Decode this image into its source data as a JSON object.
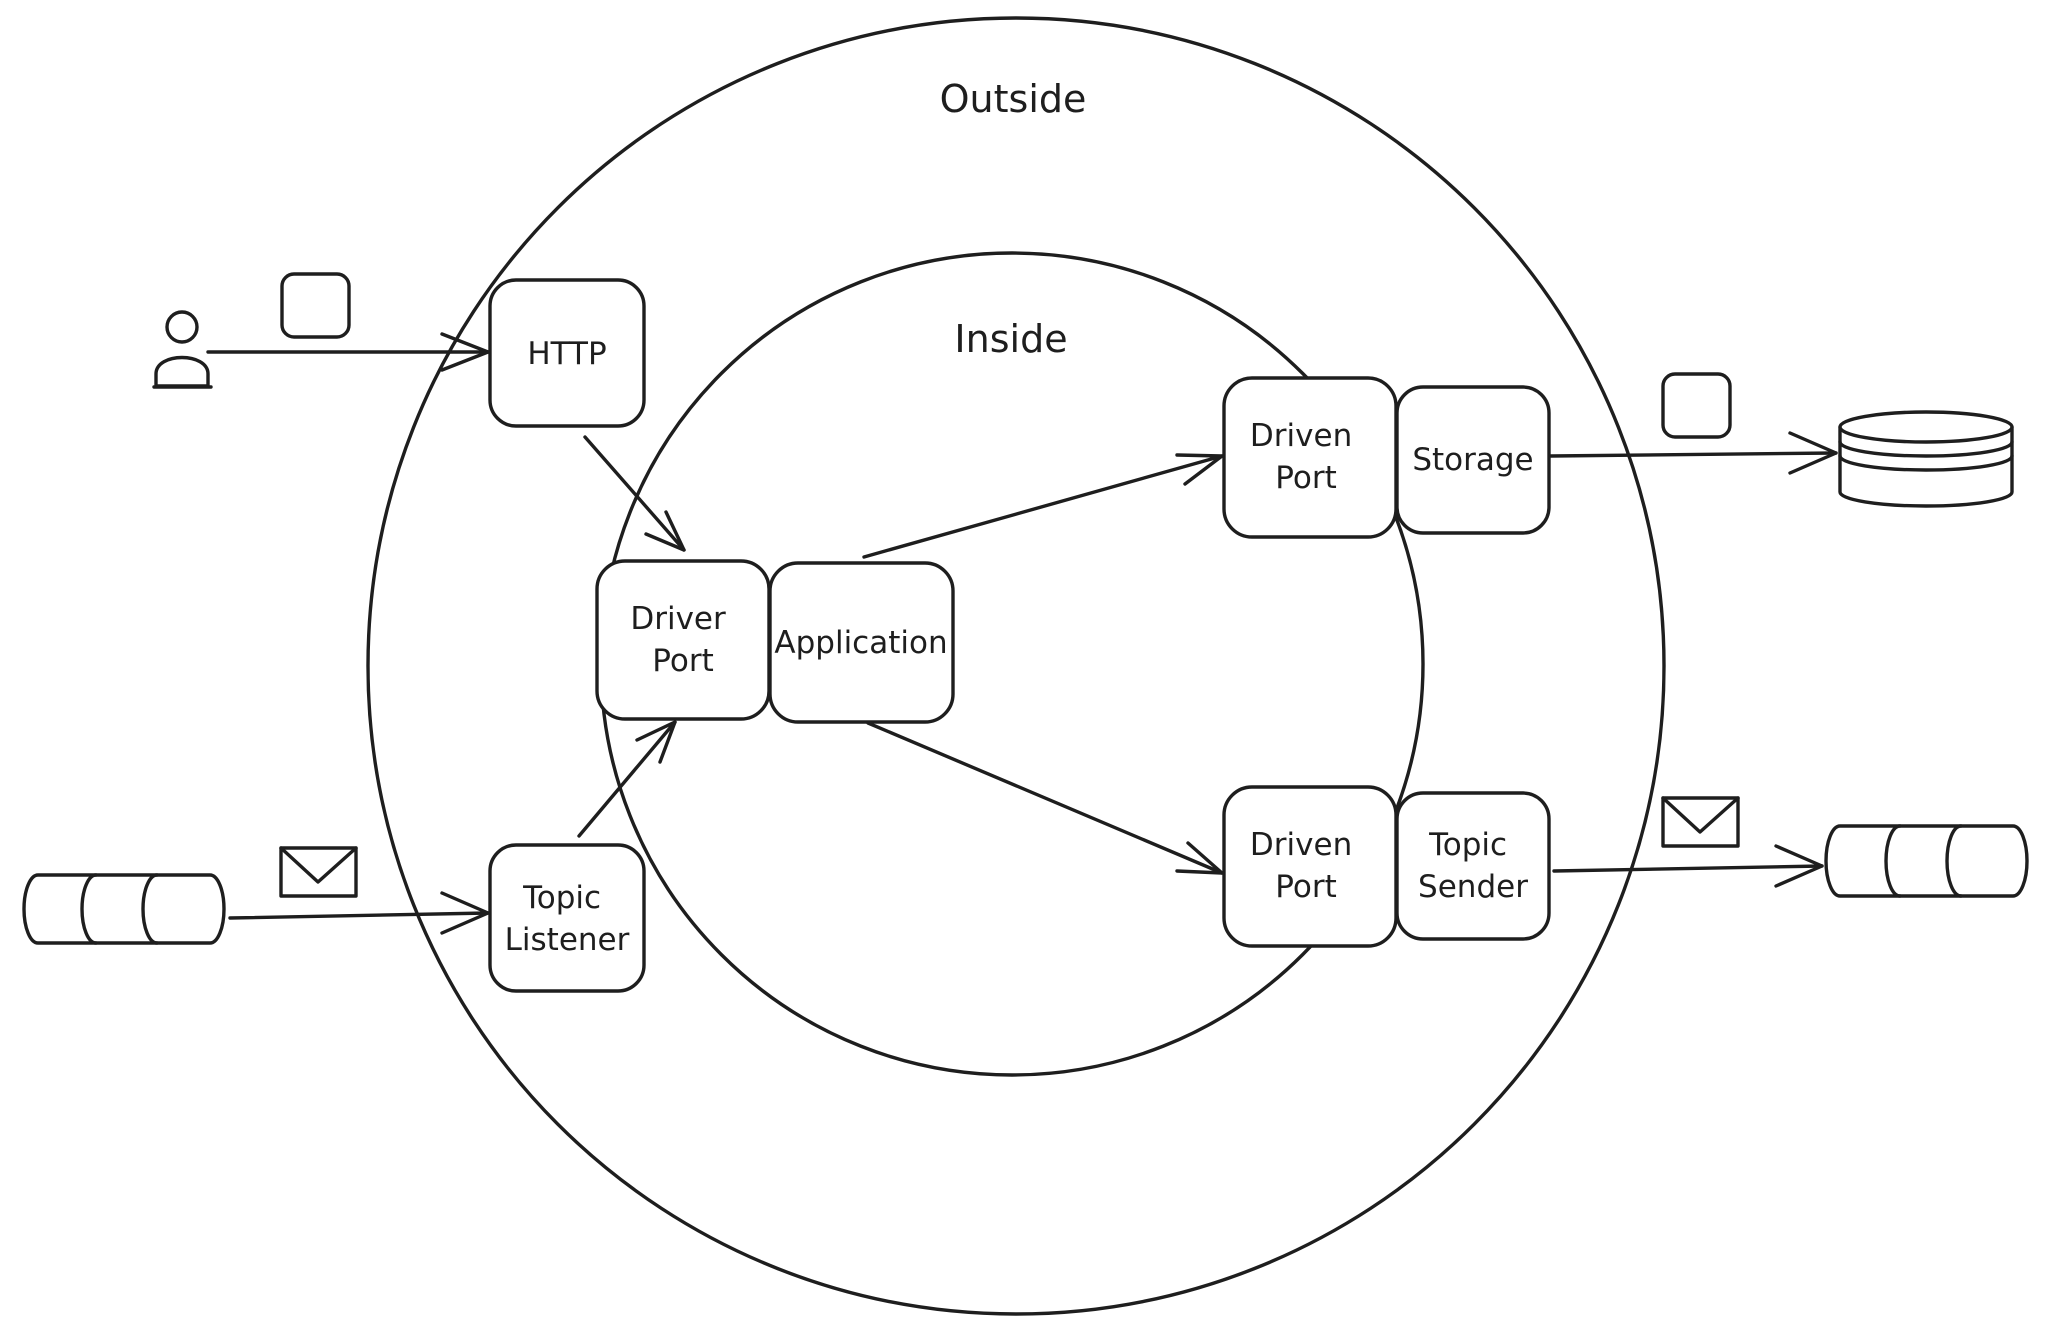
{
  "regions": {
    "outside": "Outside",
    "inside": "Inside"
  },
  "nodes": {
    "http": "HTTP",
    "topic_listener": [
      "Topic",
      "Listener"
    ],
    "driver_port": [
      "Driver",
      "Port"
    ],
    "application": "Application",
    "driven_port_top": [
      "Driven",
      "Port"
    ],
    "storage": "Storage",
    "driven_port_bottom": [
      "Driven",
      "Port"
    ],
    "topic_sender": [
      "Topic",
      "Sender"
    ]
  },
  "icons": {
    "user": "user-icon",
    "request_message": "message-square-icon",
    "queue_in": "message-queue-icon",
    "envelope_in": "envelope-icon",
    "storage_message": "message-square-icon",
    "database": "database-icon",
    "envelope_out": "envelope-icon",
    "queue_out": "message-queue-icon"
  },
  "colors": {
    "stroke": "#1e1e1e",
    "background": "#ffffff"
  }
}
